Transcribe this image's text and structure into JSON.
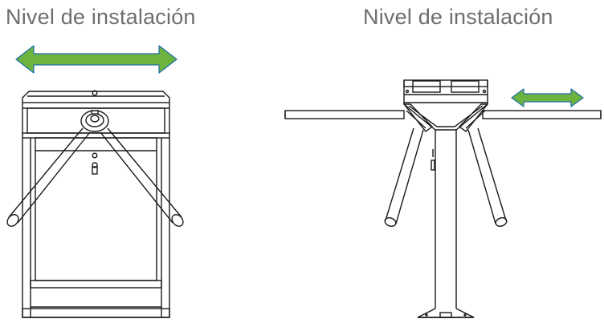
{
  "diagrams": [
    {
      "caption": "Nivel de instalación",
      "view": "front-view",
      "arrow_color": "#6cb33f",
      "arrow_outline_color": "#1f6fa8",
      "line_color": "#1a1a1a"
    },
    {
      "caption": "Nivel de instalación",
      "view": "side-view",
      "arrow_color": "#6cb33f",
      "arrow_outline_color": "#1f6fa8",
      "line_color": "#1a1a1a"
    }
  ]
}
